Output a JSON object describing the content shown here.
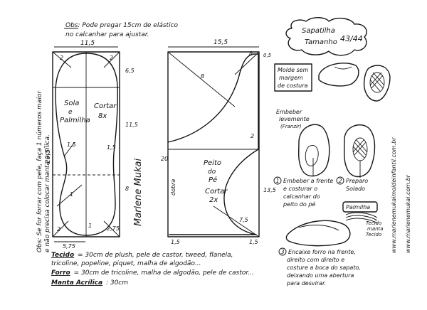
{
  "title": {
    "line1": "Sapatilha",
    "line2": "Tamanho",
    "size": "43/44"
  },
  "note_top": {
    "line1": "Obs: Pode pregar 15cm de elástico",
    "line2": "no calcanhar para ajustar."
  },
  "note_left": {
    "line1": "Obs: Se for forrar com pele, faça 1 números maior",
    "line2": "e não precisa colocar manta acrílica."
  },
  "sole": {
    "label1": "Sola",
    "label2": "e",
    "label3": "Palmilha",
    "cut1": "Cortar",
    "cut2": "8x",
    "dims": {
      "width_top": "11,5",
      "height_total": "29,5",
      "right_upper": "6,5",
      "right_mid": "11,5",
      "right_low": "8",
      "width_bottom": "5,75",
      "mid_left": "1,5",
      "mid_right": "1,5",
      "bottom_right": "2,75",
      "corner_2a": "2",
      "corner_2b": "2",
      "corner_2c": "2",
      "mark_1a": "1",
      "mark_1b": "1"
    }
  },
  "upper": {
    "label1": "Peito",
    "label2": "do",
    "label3": "Pé",
    "cut1": "Cortar",
    "cut2": "2x",
    "fold": "dobra",
    "dims": {
      "width_top": "15,5",
      "top_right": "8",
      "corner": "0,5",
      "diag": "8",
      "side_left": "20",
      "side_right": "13,5",
      "diag_low": "7,5",
      "bottom_left": "1,5",
      "bottom_right": "1,5",
      "mark_2": "2"
    }
  },
  "materials": {
    "line1_label": "Tecido",
    "line1": "= 30cm de plush, pele de castor, tweed, flanela,",
    "line2": "tricoline, popeline, piquet, malha de algodão...",
    "line3_label": "Forro",
    "line3": "= 30cm de tricoline, malha de algodão, pele de castor...",
    "line4_label": "Manta Acrílica",
    "line4": ": 30cm"
  },
  "steps": {
    "mold": {
      "line1": "Molde sem",
      "line2": "margem",
      "line3": "de costura"
    },
    "embeber": {
      "line1": "Embeber",
      "line2": "levemente",
      "line3": "(Franzir)"
    },
    "step1": {
      "line1": "Embeber a frente",
      "line2": "e costurar o",
      "line3": "calcanhar do",
      "line4": "peito do pé"
    },
    "step2": {
      "line1": "Preparo",
      "line2": "Solado"
    },
    "palmilha": "Palmilha",
    "layers": {
      "line1": "Tecido",
      "line2": "manta",
      "line3": "Tecido"
    },
    "step3": {
      "line1": "Encaixe forro na frente,",
      "line2": "direito com direito e",
      "line3": "costure a boca do sapato,",
      "line4": "deixando uma abertura",
      "line5": "para desvirar."
    },
    "num1": "1",
    "num2": "2",
    "num3": "3"
  },
  "website_1": "www.marlenemukaimoldeinfantil.com.br",
  "website_2": "www.marlenemukai.com.br",
  "signature": "Marlene Mukai"
}
